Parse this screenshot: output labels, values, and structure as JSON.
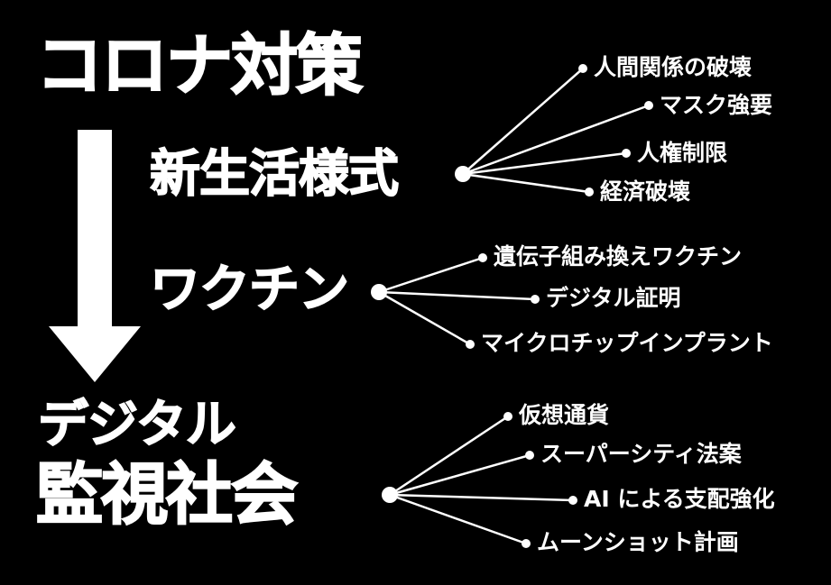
{
  "title": "コロナ対策",
  "end_line1": "デジタル",
  "end_line2": "監視社会",
  "colors": {
    "background": "#000000",
    "foreground": "#ffffff"
  },
  "branches": [
    {
      "label": "新生活様式",
      "items": [
        "人間関係の破壊",
        "マスク強要",
        "人権制限",
        "経済破壊"
      ]
    },
    {
      "label": "ワクチン",
      "items": [
        "遺伝子組み換えワクチン",
        "デジタル証明",
        "マイクロチップインプラント"
      ]
    },
    {
      "label": "監視社会",
      "items": [
        "仮想通貨",
        "スーパーシティ法案",
        "AI による支配強化",
        "ムーンショット計画"
      ]
    }
  ]
}
